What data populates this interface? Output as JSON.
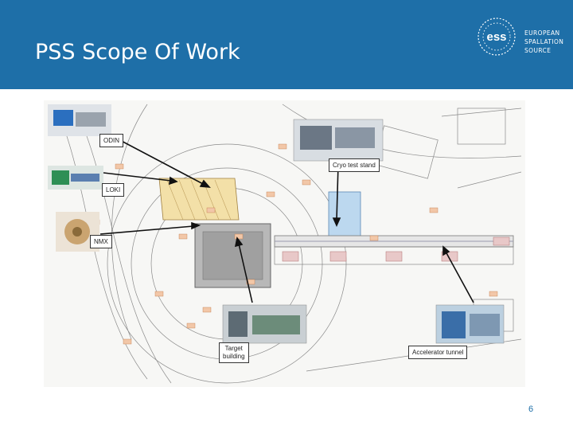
{
  "header": {
    "title": "PSS Scope Of Work",
    "bg_color": "#1e6fa8",
    "logo": {
      "mark_text": "ess",
      "lines": [
        "EUROPEAN",
        "SPALLATION",
        "SOURCE"
      ]
    }
  },
  "callouts": {
    "odin": "ODIN",
    "cryo": "Cryo test stand",
    "loki": "LOKI",
    "nmx": "NMX",
    "target_1": "Target",
    "target_2": "building",
    "accelerator": "Accelerator tunnel"
  },
  "page_number": "6",
  "colors": {
    "instrument_highlight": "#f3e0a8",
    "cryo_highlight": "#bcd8ef",
    "target_highlight": "#b8b8b8",
    "arrow": "#111111"
  }
}
